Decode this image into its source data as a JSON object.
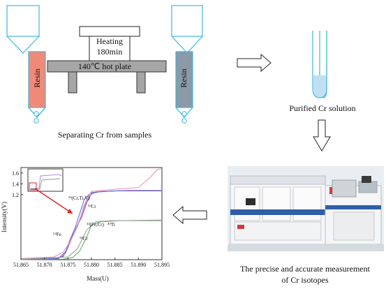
{
  "sample_prep": {
    "heating_label": "Heating",
    "heating_time": "180min",
    "hotplate_label": "140℃ hot plate",
    "resin_label_left": "Resin",
    "resin_label_right": "Resin",
    "caption": "Separating Cr from samples"
  },
  "purified": {
    "caption": "Purified Cr solution"
  },
  "instrument": {
    "caption_line1": "The precise and accurate measurement",
    "caption_line2": "of Cr isotopes"
  },
  "colors": {
    "column_outline": "#3fb6e0",
    "resin_left": "#f08a78",
    "resin_right": "#8a9aa6",
    "hotplate": "#a6a6a6",
    "solution": "#bfe0f2",
    "arrow_red": "#e02020"
  },
  "chart_data": {
    "type": "line",
    "xlabel": "Mass(U)",
    "ylabel": "Intensity(V)",
    "xlim": [
      51.865,
      51.895
    ],
    "ylim": [
      0,
      1.7
    ],
    "x_ticks": [
      "51.865",
      "51.870",
      "51.875",
      "51.880",
      "51.885",
      "51.890",
      "51.895"
    ],
    "y_ticks": [
      "1.2",
      "1.4",
      "1.6"
    ],
    "annotations": [
      "⁵³(Cr,Ti,V)",
      "⁵³Cr",
      "⁵³(Fe,Cr)",
      "⁵⁴Fe",
      "⁵²Cr",
      "⁴⁹Ti"
    ],
    "series": [
      {
        "color": "#7a3d9e",
        "points": [
          [
            51.865,
            0.01
          ],
          [
            51.872,
            0.02
          ],
          [
            51.874,
            0.06
          ],
          [
            51.875,
            0.22
          ],
          [
            51.876,
            0.45
          ],
          [
            51.877,
            0.63
          ],
          [
            51.878,
            0.8
          ],
          [
            51.879,
            1.06
          ],
          [
            51.88,
            1.22
          ],
          [
            51.882,
            1.26
          ],
          [
            51.886,
            1.27
          ],
          [
            51.895,
            1.27
          ]
        ]
      },
      {
        "color": "#b48ad6",
        "points": [
          [
            51.865,
            0.01
          ],
          [
            51.873,
            0.03
          ],
          [
            51.8745,
            0.12
          ],
          [
            51.8755,
            0.32
          ],
          [
            51.8765,
            0.54
          ],
          [
            51.8775,
            0.74
          ],
          [
            51.8785,
            0.98
          ],
          [
            51.8795,
            1.18
          ],
          [
            51.881,
            1.25
          ],
          [
            51.888,
            1.28
          ],
          [
            51.895,
            1.28
          ]
        ]
      },
      {
        "color": "#5566d0",
        "points": [
          [
            51.865,
            0.0
          ],
          [
            51.873,
            0.02
          ],
          [
            51.8745,
            0.15
          ],
          [
            51.8755,
            0.38
          ],
          [
            51.8765,
            0.58
          ],
          [
            51.8775,
            0.85
          ],
          [
            51.8785,
            1.12
          ],
          [
            51.88,
            1.24
          ],
          [
            51.885,
            1.27
          ],
          [
            51.895,
            1.27
          ]
        ]
      },
      {
        "color": "#e88ab8",
        "points": [
          [
            51.865,
            0.02
          ],
          [
            51.872,
            0.05
          ],
          [
            51.874,
            0.14
          ],
          [
            51.8755,
            0.34
          ],
          [
            51.877,
            0.6
          ],
          [
            51.8785,
            1.02
          ],
          [
            51.88,
            1.26
          ],
          [
            51.885,
            1.3
          ],
          [
            51.89,
            1.33
          ],
          [
            51.8925,
            1.52
          ],
          [
            51.894,
            1.66
          ],
          [
            51.895,
            1.68
          ]
        ]
      },
      {
        "color": "#5aa85a",
        "points": [
          [
            51.865,
            0.0
          ],
          [
            51.874,
            0.01
          ],
          [
            51.876,
            0.04
          ],
          [
            51.8775,
            0.16
          ],
          [
            51.879,
            0.42
          ],
          [
            51.88,
            0.64
          ],
          [
            51.882,
            0.7
          ],
          [
            51.886,
            0.72
          ],
          [
            51.895,
            0.73
          ]
        ]
      },
      {
        "color": "#9a9a9a",
        "points": [
          [
            51.865,
            0.01
          ],
          [
            51.875,
            0.05
          ],
          [
            51.877,
            0.2
          ],
          [
            51.879,
            0.55
          ],
          [
            51.881,
            0.7
          ],
          [
            51.884,
            0.72
          ],
          [
            51.895,
            0.72
          ]
        ]
      }
    ]
  }
}
